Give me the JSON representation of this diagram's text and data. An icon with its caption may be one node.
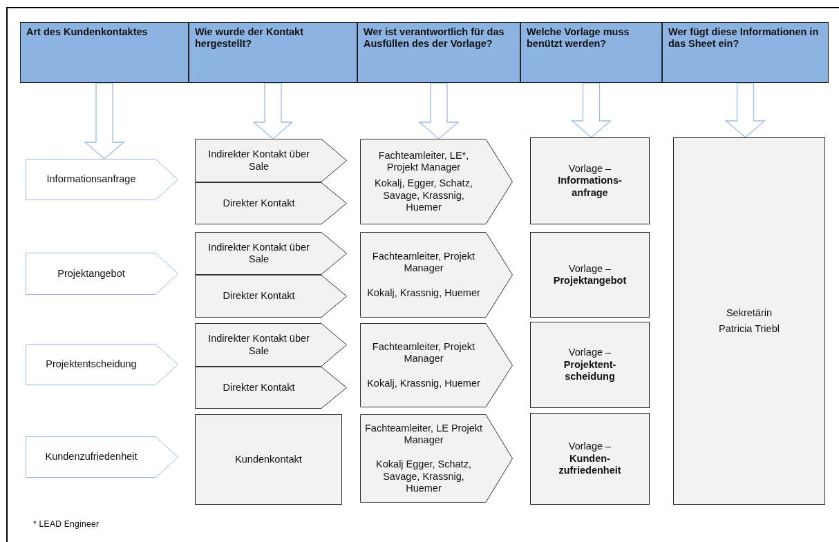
{
  "diagram": {
    "nodes": [
      {
        "text": [
          "Art des Kundenkontaktes"
        ]
      },
      {
        "text": [
          "Wie wurde der Kontakt hergestellt?"
        ]
      },
      {
        "text": [
          "Wer ist verantwortlich für das Ausfüllen des der Vorlage?"
        ]
      },
      {
        "text": [
          "Welche Vorlage muss benützt werden?"
        ]
      },
      {
        "text": [
          "Wer fügt diese Informationen in das Sheet ein?"
        ]
      },
      {
        "text": [
          "Informationsanfrage"
        ]
      },
      {
        "text": [
          "Indirekter Kontakt über Sale"
        ]
      },
      {
        "text": [
          "Direkter Kontakt"
        ]
      },
      {
        "text": [
          "Fachteamleiter, LE*, Projekt Manager",
          "Kokalj, Egger, Schatz, Savage, Krassnig, Huemer"
        ]
      },
      {
        "text": [
          "Vorlage – **Informations- anfrage**"
        ]
      },
      {
        "text": [
          "Sekretärin",
          "Patricia Triebl"
        ]
      },
      {
        "text": [
          "Projektangebot"
        ]
      },
      {
        "text": [
          "Indirekter Kontakt über Sale"
        ]
      },
      {
        "text": [
          "Direkter Kontakt"
        ]
      },
      {
        "text": [
          "Fachteamleiter, Projekt Manager",
          "Kokalj, Krassnig, Huemer"
        ]
      },
      {
        "text": [
          "Vorlage – **Projektangebot**"
        ]
      },
      {
        "text": [
          "Projektentscheidung"
        ]
      },
      {
        "text": [
          "Indirekter Kontakt über Sale"
        ]
      },
      {
        "text": [
          "Direkter Kontakt"
        ]
      },
      {
        "text": [
          "Fachteamleiter, Projekt Manager",
          "Kokalj, Krassnig, Huemer"
        ]
      },
      {
        "text": [
          "Vorlage – **Projektent- scheidung**"
        ]
      },
      {
        "text": [
          "Kundenzufriedenheit"
        ]
      },
      {
        "text": [
          "Kundenkontakt"
        ]
      },
      {
        "text": [
          "Fachteamleiter, LE Projekt Manager",
          "Kokalj  Egger, Schatz, Savage, Krassnig, Huemer"
        ]
      },
      {
        "text": [
          "Vorlage – **Kunden- zufriedenheit**"
        ]
      }
    ],
    "edges": [
      {
        "from": 0,
        "to": 5,
        "arrow": "to"
      },
      {
        "from": 1,
        "to": 6,
        "arrow": "to"
      },
      {
        "from": 2,
        "to": 8,
        "arrow": "to"
      },
      {
        "from": 3,
        "to": 9,
        "arrow": "to"
      },
      {
        "from": 4,
        "to": 10,
        "arrow": "to"
      }
    ],
    "labels": [
      "* LEAD Engineer"
    ]
  }
}
